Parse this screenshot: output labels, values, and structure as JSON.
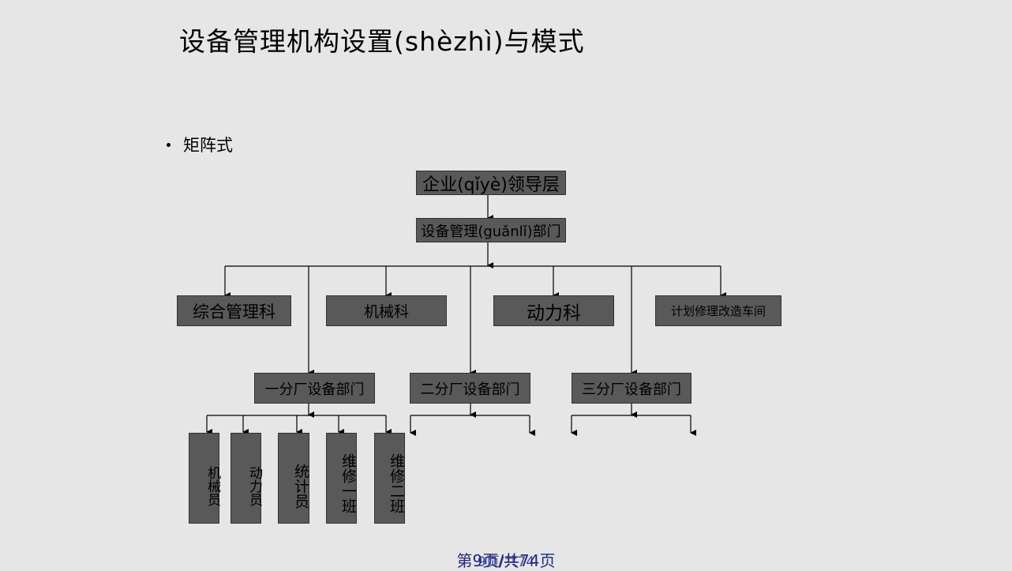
{
  "title": "设备管理机构设置(shèzhì)与模式",
  "bullet": "矩阵式",
  "chart": {
    "leadership": "企业(qǐyè)领导层",
    "equipment_dept": "设备管理(guǎnlǐ)部门",
    "sections": [
      "综合管理科",
      "机械科",
      "动力科",
      "计划修理改造车间"
    ],
    "branch_depts": [
      "一分厂设备部门",
      "二分厂设备部门",
      "三分厂设备部门"
    ],
    "staff": [
      "机械员",
      "动力员",
      "统计员",
      "维修一班",
      "维修二班"
    ]
  },
  "colors": {
    "box_fill": "#595959",
    "background": "#e6e6e6",
    "footer_text": "#1f2a80"
  },
  "footer": {
    "page": "第9页/共74页",
    "overlay": "9页/共74"
  }
}
